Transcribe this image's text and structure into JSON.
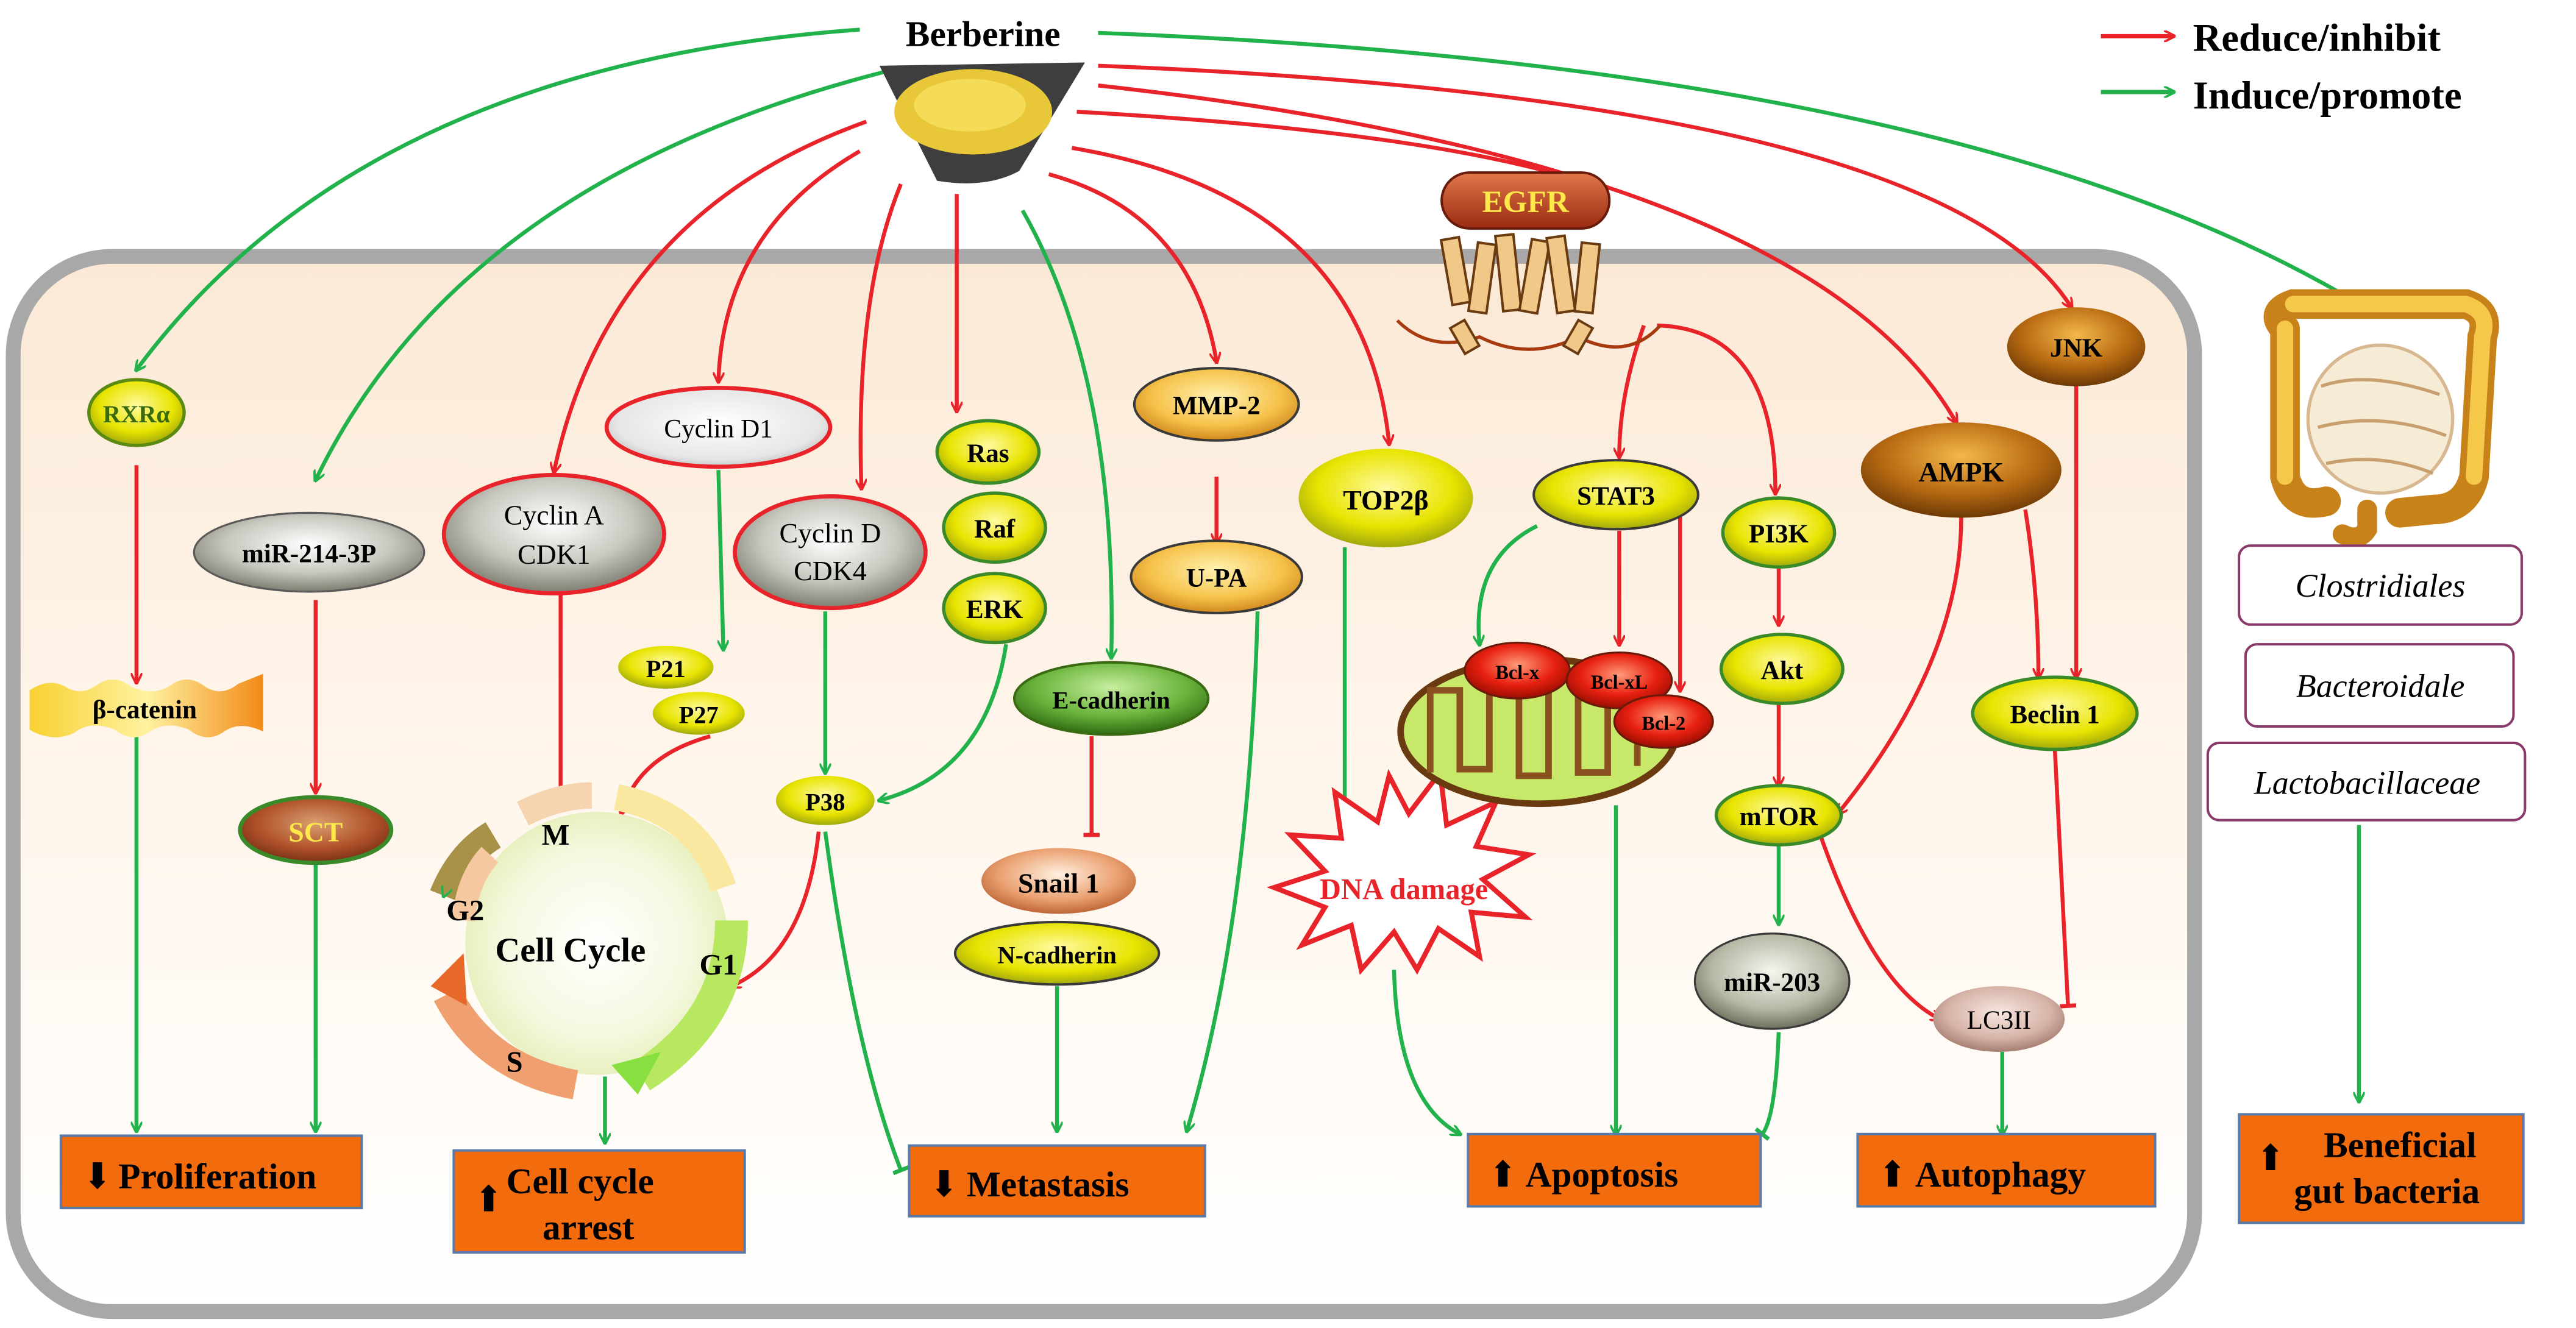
{
  "title": "Berberine",
  "legend": {
    "inhibit": "Reduce/inhibit",
    "promote": "Induce/promote",
    "inhibit_color": "#e8232a",
    "promote_color": "#22b24c"
  },
  "nodes": {
    "rxra": "RXRα",
    "beta_catenin": "β-catenin",
    "mir214": "miR-214-3P",
    "sct": "SCT",
    "cyclin_a": "Cyclin A",
    "cdk1": "CDK1",
    "cyclin_d1": "Cyclin D1",
    "p21": "P21",
    "p27": "P27",
    "cyclin_d": "Cyclin D",
    "cdk4": "CDK4",
    "p38": "P38",
    "ras": "Ras",
    "raf": "Raf",
    "erk": "ERK",
    "e_cadherin": "E-cadherin",
    "snail1": "Snail 1",
    "n_cadherin": "N-cadherin",
    "mmp2": "MMP-2",
    "upa": "U-PA",
    "top2b": "TOP2β",
    "dna_damage": "DNA damage",
    "egfr": "EGFR",
    "stat3": "STAT3",
    "bcl_x": "Bcl-x",
    "bcl_xl": "Bcl-xL",
    "bcl_2": "Bcl-2",
    "pi3k": "PI3K",
    "akt": "Akt",
    "mtor": "mTOR",
    "mir203": "miR-203",
    "ampk": "AMPK",
    "jnk": "JNK",
    "beclin1": "Beclin 1",
    "lc3ii": "LC3II"
  },
  "cell_cycle": {
    "center": "Cell Cycle",
    "m": "M",
    "g1": "G1",
    "s": "S",
    "g2": "G2"
  },
  "outcomes": {
    "proliferation": "Proliferation",
    "cell_cycle_arrest_1": "Cell cycle",
    "cell_cycle_arrest_2": "arrest",
    "metastasis": "Metastasis",
    "apoptosis": "Apoptosis",
    "autophagy": "Autophagy",
    "gut_1": "Beneficial",
    "gut_2": "gut bacteria"
  },
  "bacteria": [
    "Clostridiales",
    "Bacteroidale",
    "Lactobacillaceae"
  ]
}
